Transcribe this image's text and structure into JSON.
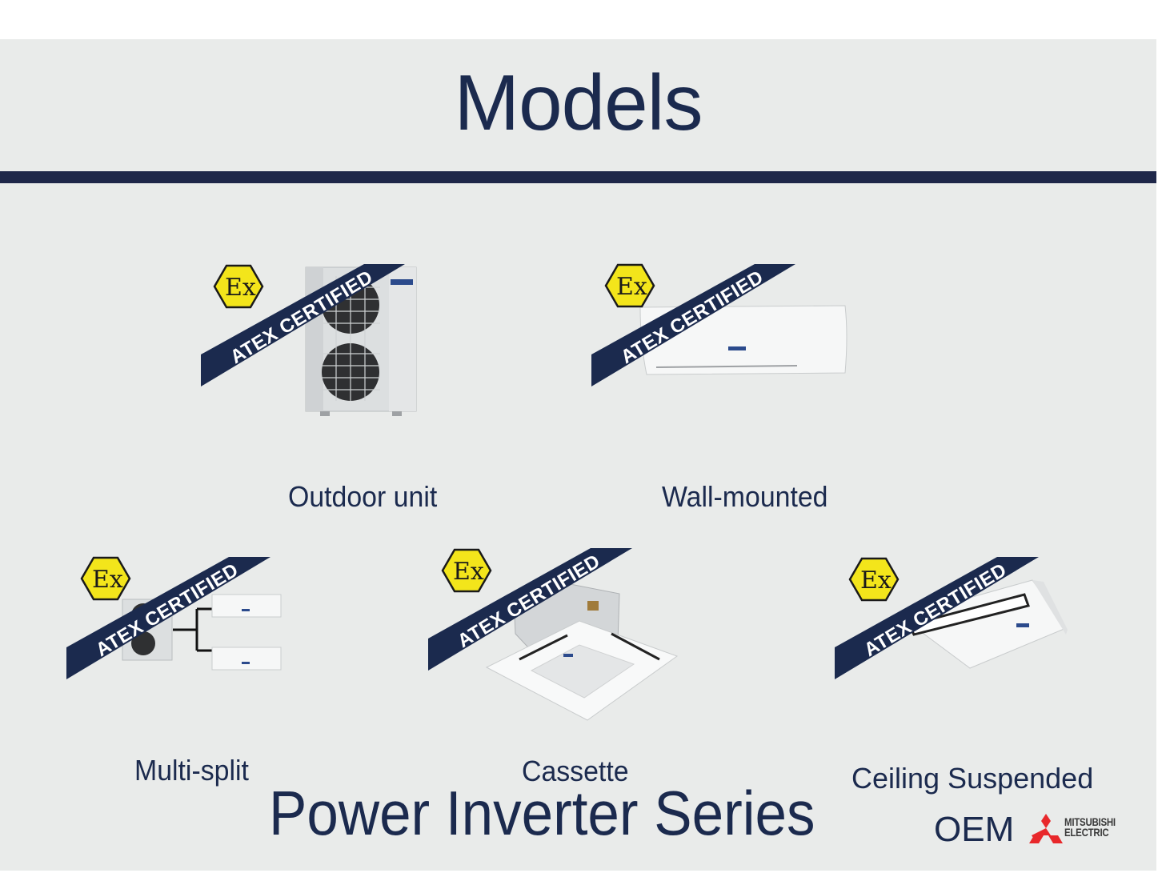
{
  "slide": {
    "title": "Models",
    "series_title": "Power Inverter Series",
    "oem_label": "OEM",
    "oem_brand": [
      "MITSUBISHI",
      "ELECTRIC"
    ]
  },
  "badge": {
    "ex_symbol": "Ex",
    "banner_text": "ATEX CERTIFIED",
    "ex_color": "#f3e51b",
    "banner_color": "#1b2a4e"
  },
  "models": [
    {
      "id": "outdoor",
      "caption": "Outdoor unit",
      "icon": "outdoor-unit-icon"
    },
    {
      "id": "wall",
      "caption": "Wall-mounted",
      "icon": "wall-mounted-unit-icon"
    },
    {
      "id": "multi",
      "caption": "Multi-split",
      "icon": "multi-split-icon"
    },
    {
      "id": "cassette",
      "caption": "Cassette",
      "icon": "cassette-unit-icon"
    },
    {
      "id": "ceiling",
      "caption": "Ceiling Suspended",
      "icon": "ceiling-suspended-unit-icon"
    }
  ],
  "colors": {
    "navy": "#1b2a4e",
    "background": "#e9ebea",
    "mitsubishi_red": "#e8282b"
  }
}
